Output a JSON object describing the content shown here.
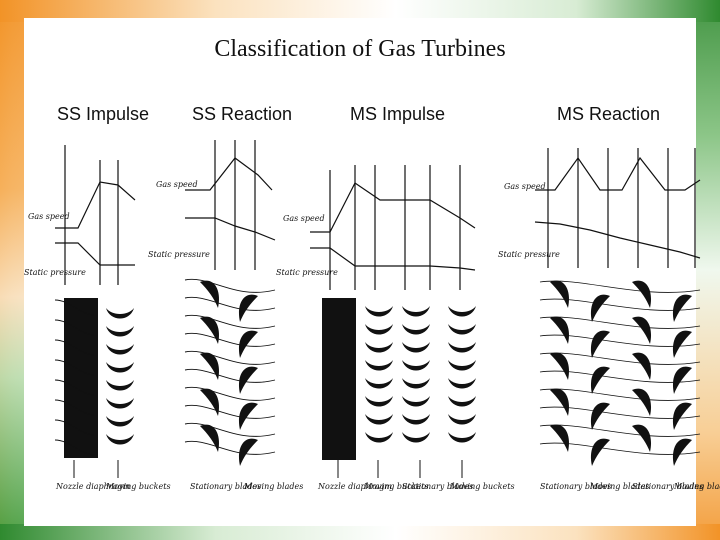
{
  "title": "Classification of Gas Turbines",
  "columns": [
    {
      "heading": "SS Impulse",
      "gas_speed_label": "Gas speed",
      "static_pressure_label": "Static pressure",
      "blade_labels": [
        "Nozzle diaphragm",
        "Moving buckets"
      ]
    },
    {
      "heading": "SS Reaction",
      "gas_speed_label": "Gas speed",
      "static_pressure_label": "Static pressure",
      "blade_labels": [
        "Stationary blades",
        "Moving blades"
      ]
    },
    {
      "heading": "MS Impulse",
      "gas_speed_label": "Gas speed",
      "static_pressure_label": "Static pressure",
      "blade_labels": [
        "Nozzle diaphragm",
        "Moving buckets",
        "Stationary blades",
        "Moving buckets"
      ]
    },
    {
      "heading": "MS Reaction",
      "gas_speed_label": "Gas speed",
      "static_pressure_label": "Static pressure",
      "blade_labels": [
        "Stationary blades",
        "Moving blades",
        "Stationary blades",
        "Moving blades"
      ]
    }
  ],
  "colors": {
    "left_band": "#f29327",
    "right_band": "#2f8a2f",
    "ink": "#111111"
  }
}
